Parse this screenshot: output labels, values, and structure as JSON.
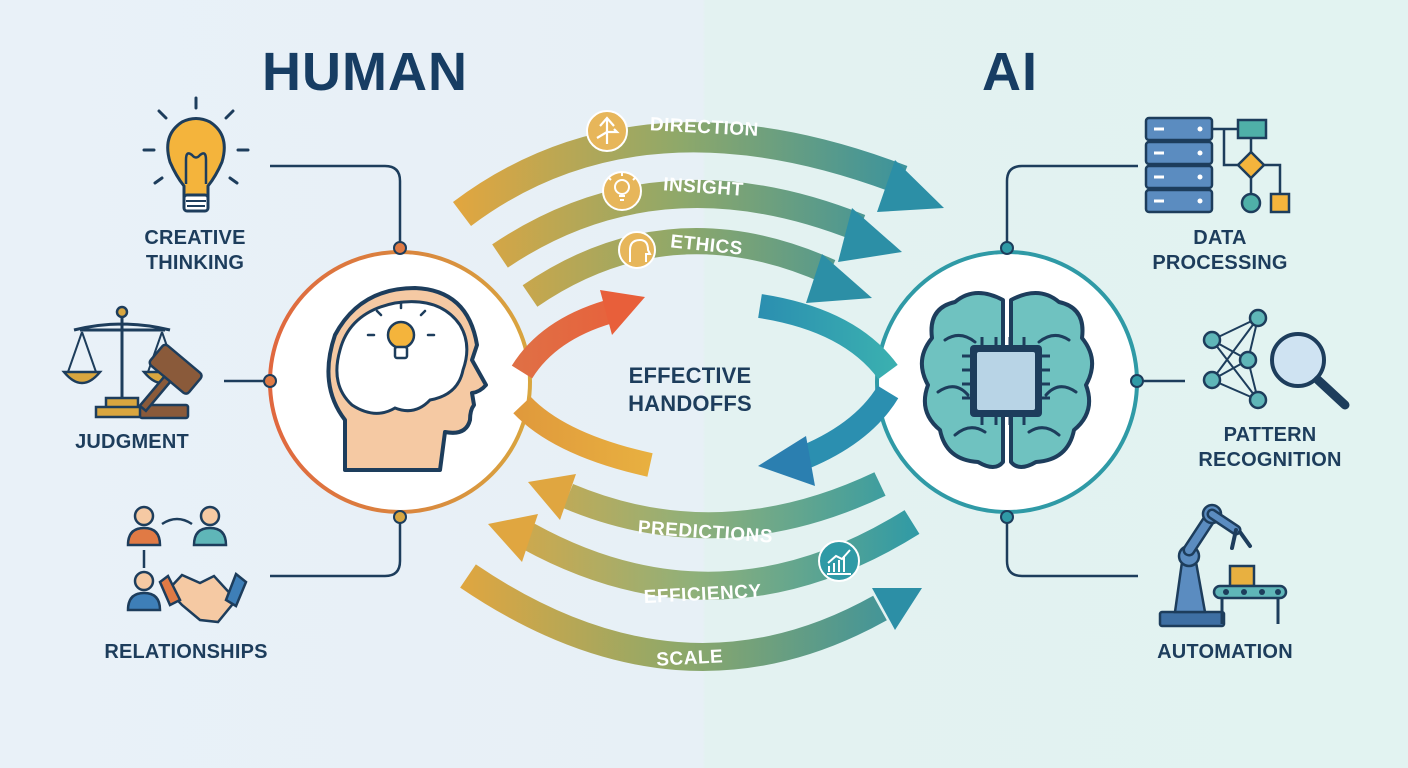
{
  "titles": {
    "human": "HUMAN",
    "ai": "AI"
  },
  "human_strengths": {
    "creative_thinking": "CREATIVE\nTHINKING",
    "judgment": "JUDGMENT",
    "relationships": "RELATIONSHIPS"
  },
  "ai_strengths": {
    "data_processing": "DATA\nPROCESSING",
    "pattern_recognition": "PATTERN\nRECOGNITION",
    "automation": "AUTOMATION"
  },
  "center_label": "EFFECTIVE\nHANDOFFS",
  "human_to_ai_flows": [
    "DIRECTION",
    "INSIGHT",
    "ETHICS"
  ],
  "ai_to_human_flows": [
    "PREDICTIONS",
    "EFFICIENCY"
  ],
  "shared_flow": "SCALE",
  "colors": {
    "human_accent": "#e07a45",
    "gold": "#d9a63f",
    "ai_accent": "#2f9aa6",
    "navy": "#1d3d5c"
  }
}
